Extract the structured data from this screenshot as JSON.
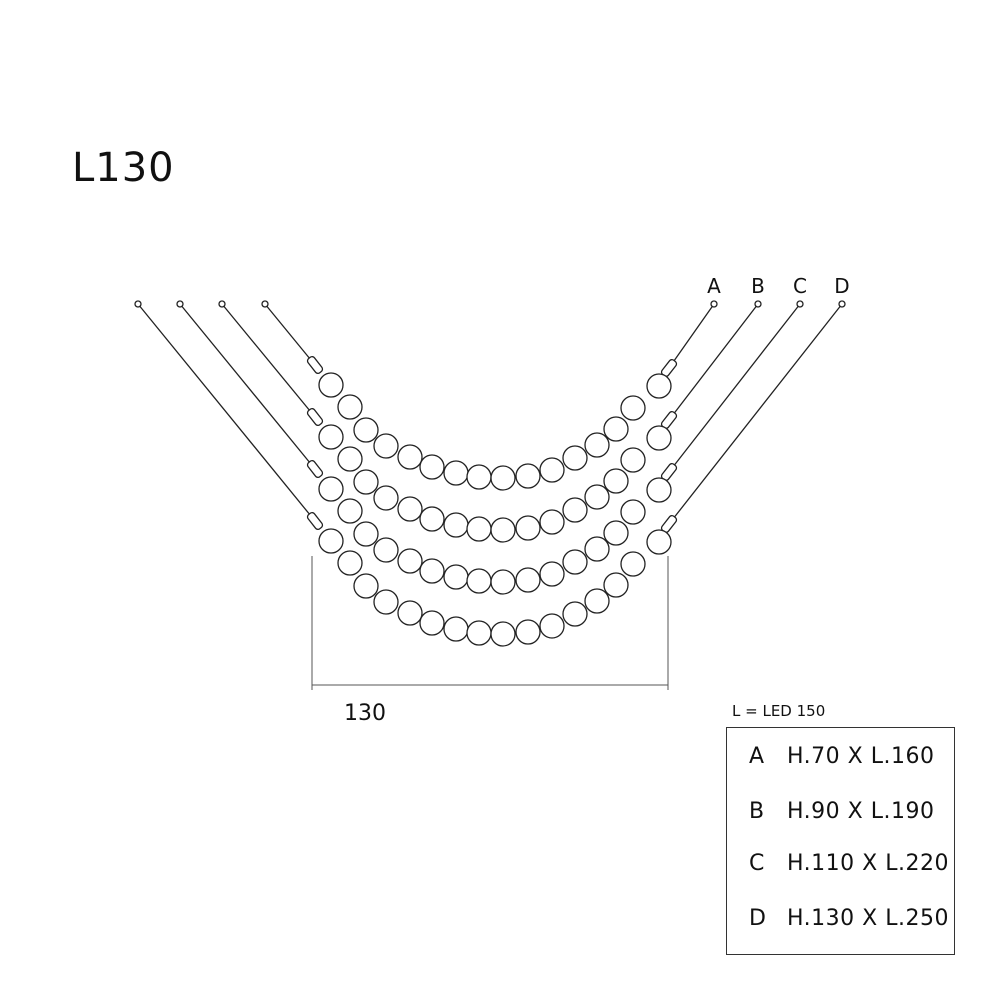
{
  "title": "L130",
  "strand_labels": [
    "A",
    "B",
    "C",
    "D"
  ],
  "width_dimension": "130",
  "led_note": "L = LED 150",
  "legend": [
    {
      "letter": "A",
      "spec": "H.70 X L.160"
    },
    {
      "letter": "B",
      "spec": "H.90 X L.190"
    },
    {
      "letter": "C",
      "spec": "H.110 X L.220"
    },
    {
      "letter": "D",
      "spec": "H.130 X L.250"
    }
  ],
  "colors": {
    "line": "#222222",
    "background": "#ffffff"
  }
}
